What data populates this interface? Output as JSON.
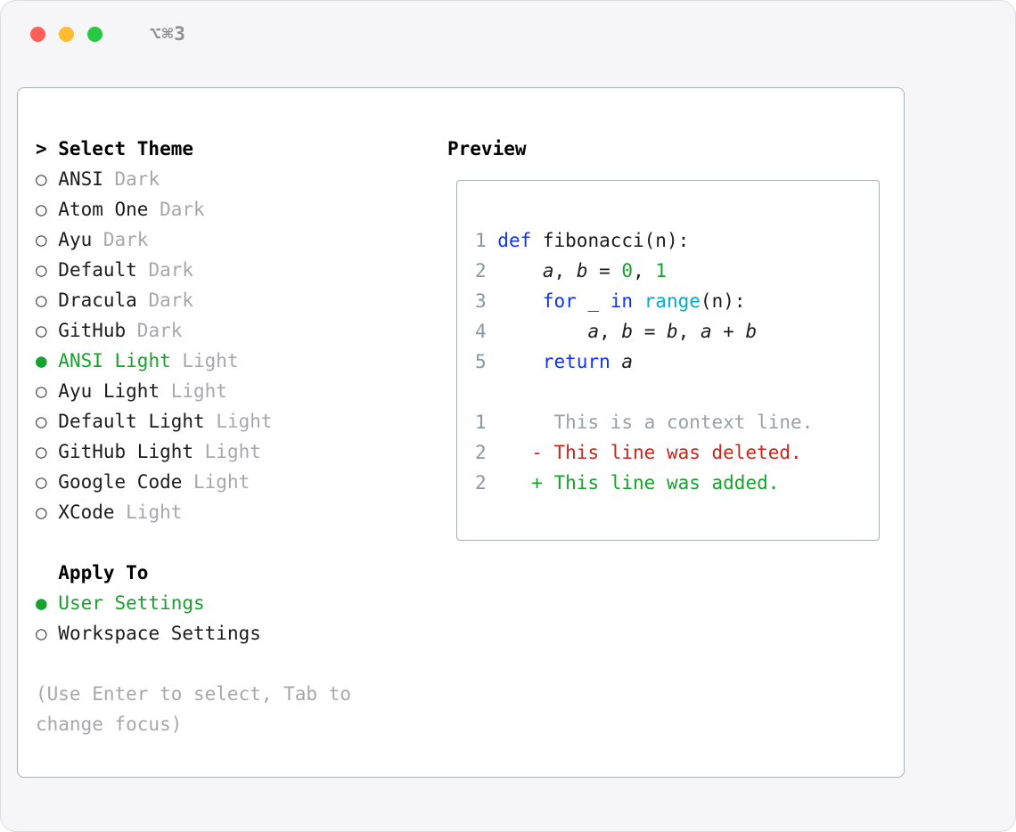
{
  "window": {
    "title": "⌥⌘3"
  },
  "theme_selector": {
    "heading": "> Select Theme",
    "items": [
      {
        "name": "ANSI",
        "variant": "Dark",
        "selected": false
      },
      {
        "name": "Atom One",
        "variant": "Dark",
        "selected": false
      },
      {
        "name": "Ayu",
        "variant": "Dark",
        "selected": false
      },
      {
        "name": "Default",
        "variant": "Dark",
        "selected": false
      },
      {
        "name": "Dracula",
        "variant": "Dark",
        "selected": false
      },
      {
        "name": "GitHub",
        "variant": "Dark",
        "selected": false
      },
      {
        "name": "ANSI Light",
        "variant": "Light",
        "selected": true
      },
      {
        "name": "Ayu Light",
        "variant": "Light",
        "selected": false
      },
      {
        "name": "Default Light",
        "variant": "Light",
        "selected": false
      },
      {
        "name": "GitHub Light",
        "variant": "Light",
        "selected": false
      },
      {
        "name": "Google Code",
        "variant": "Light",
        "selected": false
      },
      {
        "name": "XCode",
        "variant": "Light",
        "selected": false
      }
    ],
    "apply_to": {
      "heading": "Apply To",
      "options": [
        {
          "label": "User Settings",
          "selected": true
        },
        {
          "label": "Workspace Settings",
          "selected": false
        }
      ]
    },
    "hint": "(Use Enter to select, Tab to change focus)"
  },
  "icons": {
    "radio_unselected": "○",
    "radio_selected": "●"
  },
  "preview": {
    "heading": "Preview",
    "lines": [
      {
        "segments": [
          {
            "text": "1 ",
            "cls": "ln"
          },
          {
            "text": "def",
            "cls": "kw"
          },
          {
            "text": " fibonacci(n):",
            "cls": "plain"
          }
        ]
      },
      {
        "segments": [
          {
            "text": "2 ",
            "cls": "ln"
          },
          {
            "text": "    ",
            "cls": "plain"
          },
          {
            "text": "a",
            "cls": "var"
          },
          {
            "text": ", ",
            "cls": "plain"
          },
          {
            "text": "b",
            "cls": "var"
          },
          {
            "text": " = ",
            "cls": "plain"
          },
          {
            "text": "0",
            "cls": "num"
          },
          {
            "text": ", ",
            "cls": "plain"
          },
          {
            "text": "1",
            "cls": "num"
          }
        ]
      },
      {
        "segments": [
          {
            "text": "3 ",
            "cls": "ln"
          },
          {
            "text": "    ",
            "cls": "plain"
          },
          {
            "text": "for",
            "cls": "kw"
          },
          {
            "text": " _ ",
            "cls": "plain"
          },
          {
            "text": "in",
            "cls": "kw"
          },
          {
            "text": " ",
            "cls": "plain"
          },
          {
            "text": "range",
            "cls": "fn"
          },
          {
            "text": "(n):",
            "cls": "plain"
          }
        ]
      },
      {
        "segments": [
          {
            "text": "4 ",
            "cls": "ln"
          },
          {
            "text": "        ",
            "cls": "plain"
          },
          {
            "text": "a",
            "cls": "var"
          },
          {
            "text": ", ",
            "cls": "plain"
          },
          {
            "text": "b",
            "cls": "var"
          },
          {
            "text": " = ",
            "cls": "plain"
          },
          {
            "text": "b",
            "cls": "var"
          },
          {
            "text": ", ",
            "cls": "plain"
          },
          {
            "text": "a",
            "cls": "var"
          },
          {
            "text": " + ",
            "cls": "plain"
          },
          {
            "text": "b",
            "cls": "var"
          }
        ]
      },
      {
        "segments": [
          {
            "text": "5 ",
            "cls": "ln"
          },
          {
            "text": "    ",
            "cls": "plain"
          },
          {
            "text": "return",
            "cls": "kw"
          },
          {
            "text": " ",
            "cls": "plain"
          },
          {
            "text": "a",
            "cls": "var"
          }
        ]
      },
      {
        "segments": []
      },
      {
        "segments": [
          {
            "text": "1 ",
            "cls": "ln"
          },
          {
            "text": "     This is a context line.",
            "cls": "ctx"
          }
        ]
      },
      {
        "segments": [
          {
            "text": "2 ",
            "cls": "ln"
          },
          {
            "text": "   - This line was deleted.",
            "cls": "del"
          }
        ]
      },
      {
        "segments": [
          {
            "text": "2 ",
            "cls": "ln"
          },
          {
            "text": "   + This line was added.",
            "cls": "add"
          }
        ]
      }
    ]
  },
  "colors": {
    "selected_green": "#16a22c",
    "keyword_blue": "#1133ee",
    "function_cyan": "#00aec8",
    "number_green": "#16a22c",
    "added_green": "#16a22c",
    "deleted_red": "#c9271c",
    "context_gray": "#9aa0a6",
    "line_number_gray": "#8897a6",
    "muted_gray": "#a7a7ac",
    "text_dark": "#1c1c1e",
    "traffic_red": "#ff5f57",
    "traffic_yellow": "#febc2e",
    "traffic_green": "#28c840"
  }
}
